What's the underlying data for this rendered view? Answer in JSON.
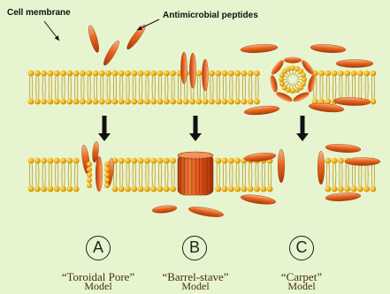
{
  "labels": {
    "membrane": "Cell membrane",
    "peptides": "Antimicrobial peptides"
  },
  "models": [
    {
      "letter": "A",
      "name": "“Toroidal Pore”",
      "word": "Model"
    },
    {
      "letter": "B",
      "name": "“Barrel-stave”",
      "word": "Model"
    },
    {
      "letter": "C",
      "name": "“Carpet”",
      "word": "Model"
    }
  ],
  "colors": {
    "background": "#e6f5d0",
    "lipid_head": "#f2b415",
    "lipid_tail": "#c8a038",
    "peptide": "#de5a14",
    "arrow": "#111111"
  }
}
